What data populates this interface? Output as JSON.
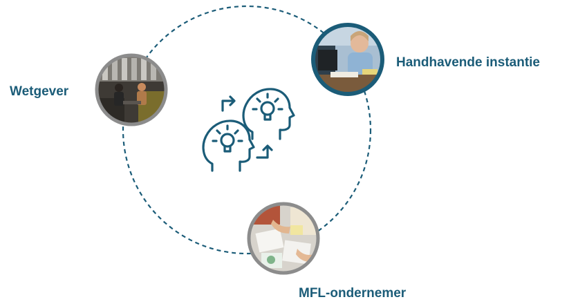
{
  "colors": {
    "primary": "#1b5c78",
    "photo_border": "#8c8c8c"
  },
  "roles": {
    "wetgever": "Wetgever",
    "handhavende_instantie": "Handhavende instantie",
    "mfl_ondernemer": "MFL-ondernemer"
  },
  "icons": {
    "center": "two-heads-idea-exchange-icon"
  }
}
